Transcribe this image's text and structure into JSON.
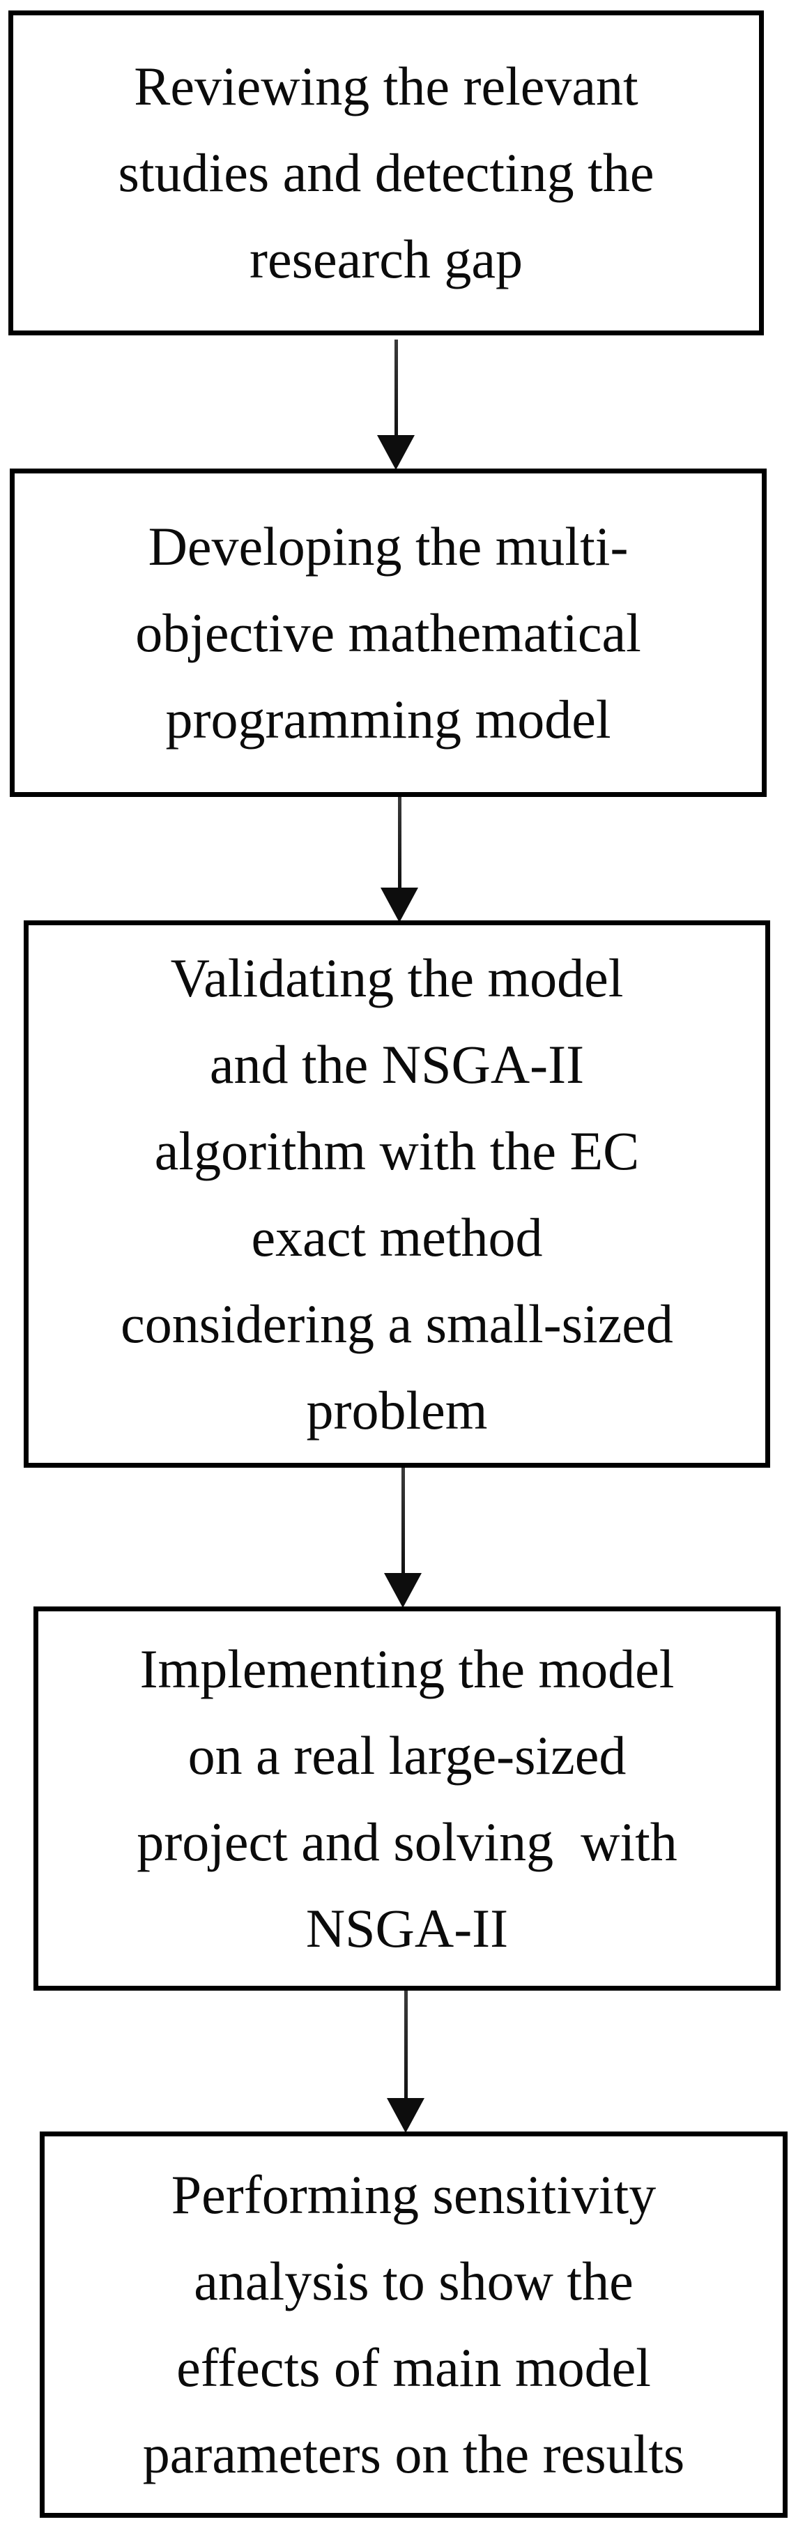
{
  "figure": {
    "type": "flowchart",
    "background_color": "#ffffff",
    "box_border_color": "#000000",
    "text_color": "#0b0b0b",
    "arrow_color": "#0d0d0d"
  },
  "flowchart": {
    "boxes": [
      {
        "id": "step-1",
        "lines": [
          "Reviewing the relevant",
          "studies and detecting the",
          "research gap"
        ]
      },
      {
        "id": "step-2",
        "lines": [
          "Developing the multi-",
          "objective mathematical",
          "programming model"
        ]
      },
      {
        "id": "step-3",
        "lines": [
          "Validating the model",
          "and the NSGA-II",
          "algorithm with the EC",
          "exact method",
          "considering a small-sized",
          "problem"
        ]
      },
      {
        "id": "step-4",
        "lines": [
          "Implementing the model",
          "on a real large-sized",
          "project and solving  with",
          "NSGA-II"
        ]
      },
      {
        "id": "step-5",
        "lines": [
          "Performing sensitivity",
          "analysis to show the",
          "effects of main model",
          "parameters on the results"
        ]
      }
    ]
  }
}
